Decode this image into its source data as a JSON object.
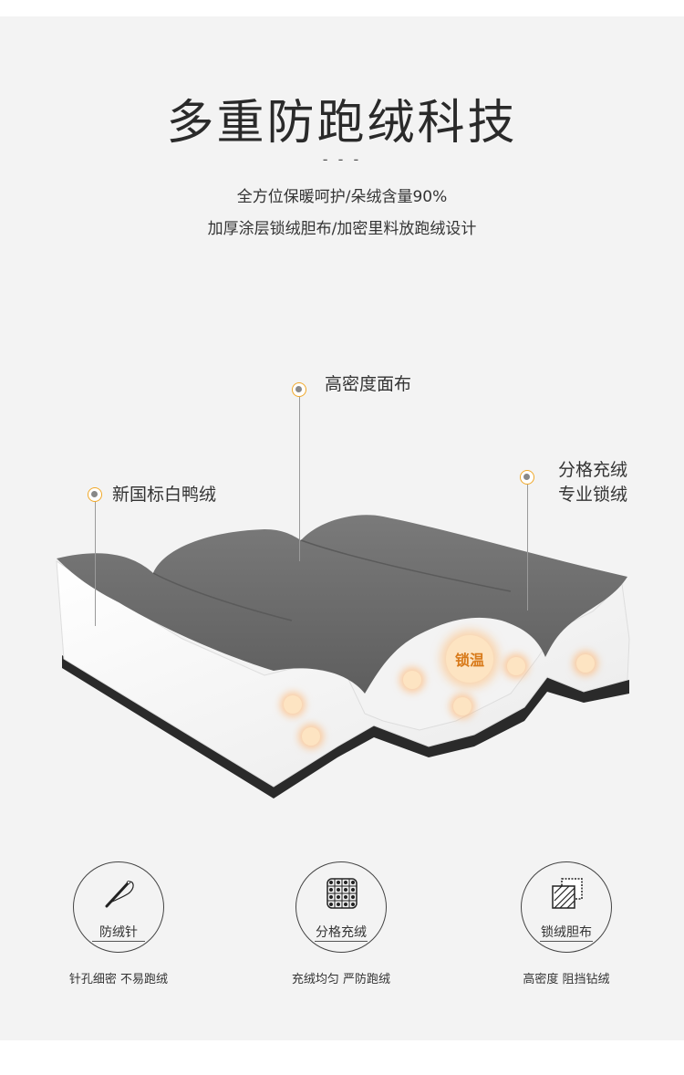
{
  "title": "多重防跑绒科技",
  "dashes": "- - -",
  "subtitle_lines": [
    "全方位保暖呵护/朵绒含量90%",
    "加厚涂层锁绒胆布/加密里料放跑绒设计"
  ],
  "callouts": {
    "fabric": "高密度面布",
    "down": "新国标白鸭绒",
    "baffle_line1": "分格充绒",
    "baffle_line2": "专业锁绒"
  },
  "lock_label": "锁温",
  "colors": {
    "accent": "#f0a829",
    "fabric_gray": "#6b6b6b",
    "glow": "#fde4c2"
  },
  "features": [
    {
      "icon": "needle-icon",
      "label": "防绒针",
      "desc": "针孔细密 不易跑绒"
    },
    {
      "icon": "quilted-grid-icon",
      "label": "分格充绒",
      "desc": "充绒均匀 严防跑绒"
    },
    {
      "icon": "fabric-layers-icon",
      "label": "锁绒胆布",
      "desc": "高密度 阻挡钻绒"
    }
  ]
}
